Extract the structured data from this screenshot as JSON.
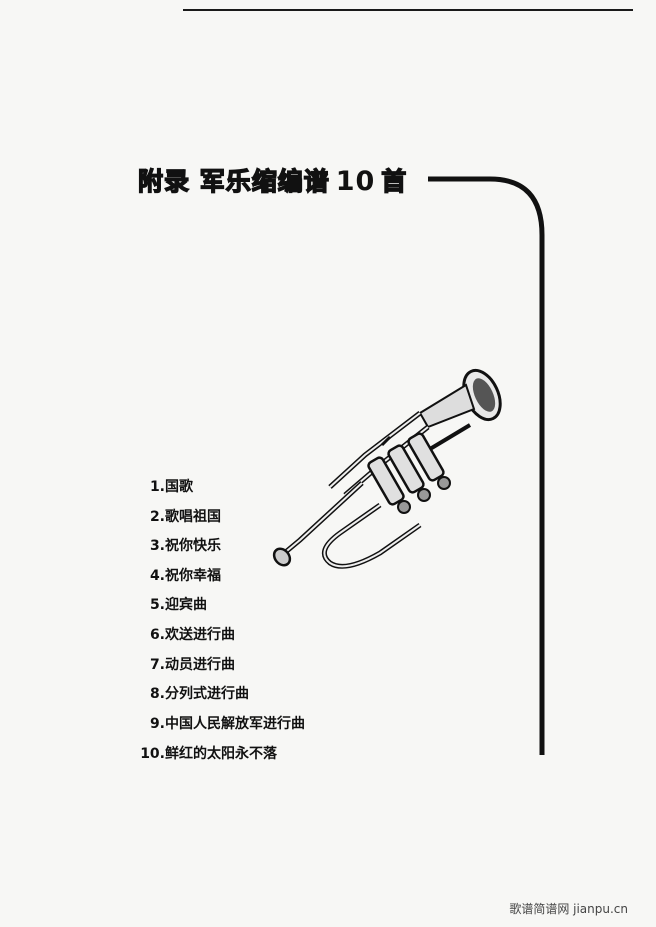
{
  "page": {
    "title_prefix": "附录  军乐缩编谱",
    "title_number": "10",
    "title_suffix": "首"
  },
  "contents": [
    {
      "number": "1.",
      "title": "国歌"
    },
    {
      "number": "2.",
      "title": "歌唱祖国"
    },
    {
      "number": "3.",
      "title": "祝你快乐"
    },
    {
      "number": "4.",
      "title": "祝你幸福"
    },
    {
      "number": "5.",
      "title": "迎宾曲"
    },
    {
      "number": "6.",
      "title": "欢送进行曲"
    },
    {
      "number": "7.",
      "title": "动员进行曲"
    },
    {
      "number": "8.",
      "title": "分列式进行曲"
    },
    {
      "number": "9.",
      "title": "中国人民解放军进行曲"
    },
    {
      "number": "10.",
      "title": "鲜红的太阳永不落"
    }
  ],
  "watermark": "歌谱简谱网 jianpu.cn",
  "icons": {
    "illustration": "trumpet-icon"
  }
}
